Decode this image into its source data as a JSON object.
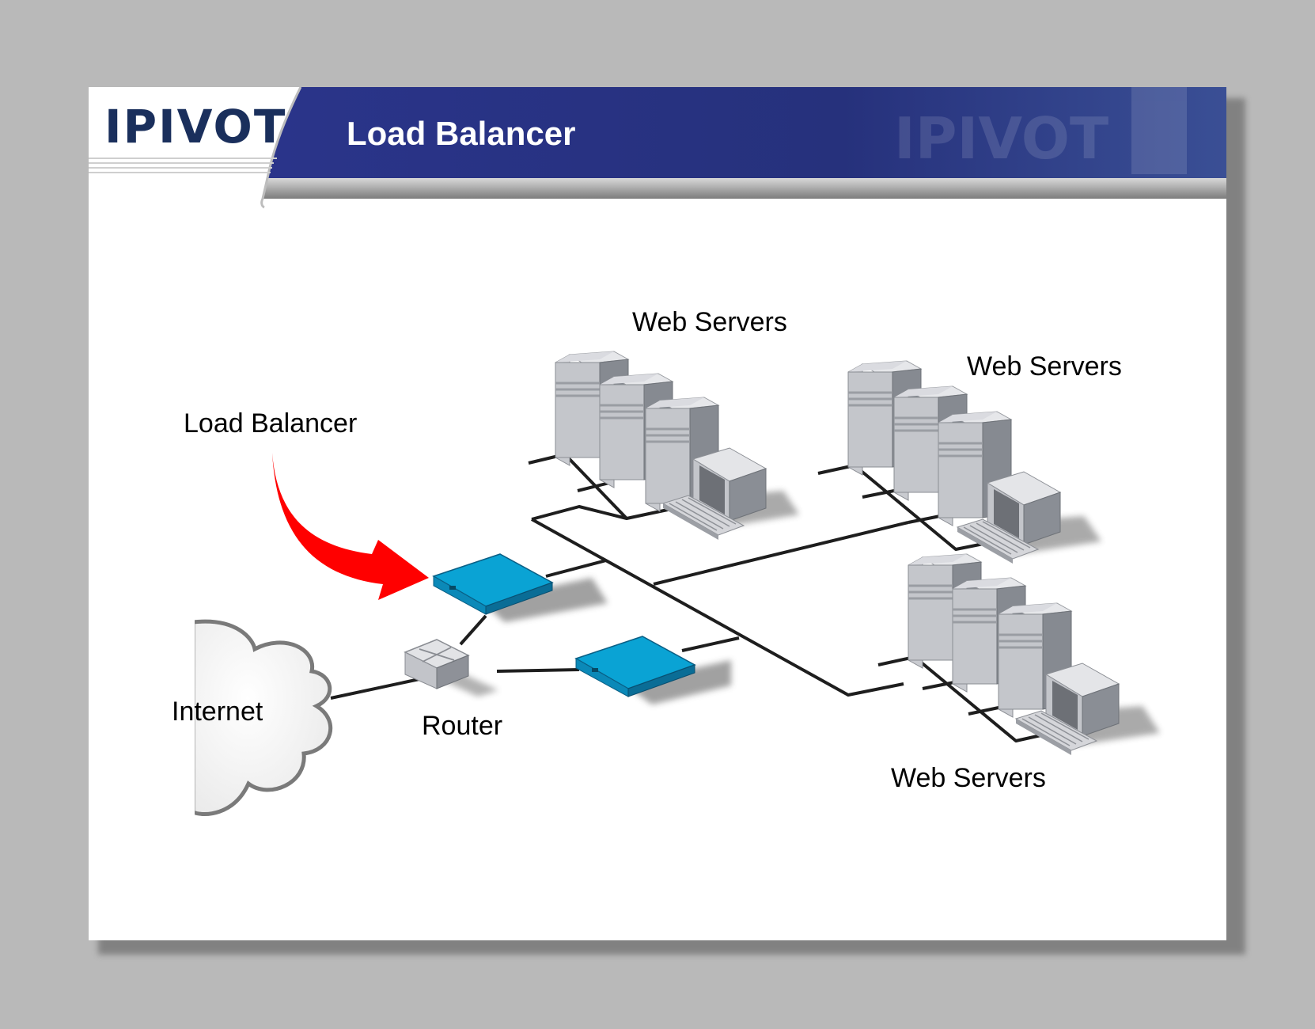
{
  "slide": {
    "title": "Load Balancer",
    "logo_text": "IPIVOT"
  },
  "labels": {
    "load_balancer": "Load Balancer",
    "internet": "Internet",
    "router": "Router",
    "web_servers_top": "Web Servers",
    "web_servers_right": "Web Servers",
    "web_servers_bottom": "Web Servers"
  },
  "icons": [
    "cloud-icon",
    "router-icon",
    "load-balancer-appliance-icon",
    "server-tower-icon",
    "monitor-icon",
    "keyboard-icon",
    "red-arrow-icon"
  ],
  "colors": {
    "background": "#b9b9b9",
    "header_navy": "#25307a",
    "appliance_blue": "#0aa3d4",
    "arrow_red": "#ff0000"
  }
}
